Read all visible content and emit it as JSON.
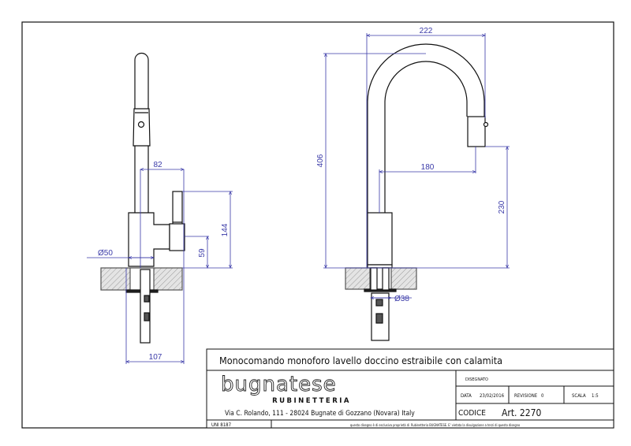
{
  "drawing": {
    "dimensions": {
      "side_width": "82",
      "side_height": "144",
      "side_lever_height": "59",
      "side_base_diameter": "Ø50",
      "side_total_width": "107",
      "front_reach_total": "222",
      "front_height": "406",
      "front_reach": "180",
      "front_spout_height": "230",
      "front_hole_diameter": "Ø38"
    }
  },
  "title_block": {
    "title": "Monocomando monoforo lavello doccino estraibile con calamita",
    "brand": "bugnatese",
    "brand_sub": "RUBINETTERIA",
    "address": "Via C. Rolando, 111 - 28024 Bugnate di Gozzano (Novara) Italy",
    "disegnato_label": "DISEGNATO",
    "data_label": "DATA",
    "data_value": "23/02/2016",
    "revisione_label": "REVISIONE",
    "revisione_value": "0",
    "scala_label": "SCALA",
    "scala_value": "1:5",
    "codice_label": "CODICE",
    "codice_value": "Art. 2270",
    "standard": "UNI 8187",
    "disclaimer_a": "questo disegno è di esclusiva proprietà di",
    "disclaimer_b": "Rubinetteria BUGNATESE. E' vietata la divulgazione a terzi di questo disegno"
  },
  "colors": {
    "dimension": "#3a3aa8",
    "line": "#111111"
  }
}
